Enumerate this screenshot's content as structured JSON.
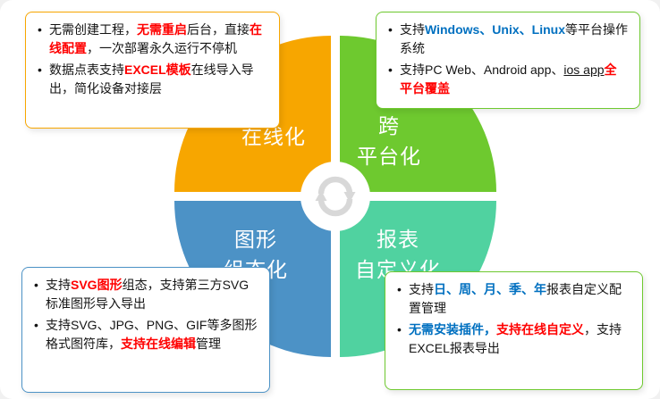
{
  "slide": {
    "background": "#FFFFFF"
  },
  "colors": {
    "highlight_red": "#FF0000",
    "highlight_blue": "#0070C0",
    "orange": "#F7A600",
    "green": "#6EC92F",
    "blue": "#4C92C6",
    "teal": "#50D2A0",
    "icon_gray": "#D8D8D8"
  },
  "wheel": {
    "center_icon": "sync-arrows",
    "quadrants": [
      {
        "id": "online",
        "lines": [
          "在线化",
          ""
        ],
        "color": "#F7A600"
      },
      {
        "id": "cross-platform",
        "lines": [
          "跨",
          "平台化"
        ],
        "color": "#6EC92F"
      },
      {
        "id": "graphic-config",
        "lines": [
          "图形",
          "组态化"
        ],
        "color": "#4C92C6"
      },
      {
        "id": "report-custom",
        "lines": [
          "报表",
          "自定义化"
        ],
        "color": "#50D2A0"
      }
    ]
  },
  "callouts": [
    {
      "id": "online-notes",
      "border": "#F7A600",
      "items": [
        {
          "segments": [
            {
              "t": "无需创建工程，"
            },
            {
              "t": "无需重启",
              "hl": "red"
            },
            {
              "t": "后台，直接"
            },
            {
              "t": "在线配置",
              "hl": "red"
            },
            {
              "t": "，一次部署永久运行不停机"
            }
          ]
        },
        {
          "segments": [
            {
              "t": "数据点表支持"
            },
            {
              "t": "EXCEL模板",
              "hl": "red"
            },
            {
              "t": "在线导入导出，简化设备对接层"
            }
          ]
        }
      ]
    },
    {
      "id": "cross-platform-notes",
      "border": "#6EC92F",
      "items": [
        {
          "segments": [
            {
              "t": "支持"
            },
            {
              "t": "Windows、Unix、Linux",
              "hl": "blue"
            },
            {
              "t": "等平台操作系统"
            }
          ]
        },
        {
          "segments": [
            {
              "t": "支持PC Web、Android app、"
            },
            {
              "t": "ios app",
              "u": true
            },
            {
              "t": "全平台覆盖",
              "hl": "red"
            }
          ]
        }
      ]
    },
    {
      "id": "graphic-config-notes",
      "border": "#4C92C6",
      "items": [
        {
          "segments": [
            {
              "t": "支持"
            },
            {
              "t": "SVG图形",
              "hl": "red"
            },
            {
              "t": "组态，支持第三方SVG标准图形导入导出"
            }
          ]
        },
        {
          "segments": [
            {
              "t": "支持SVG、JPG、PNG、GIF等多图形格式图符库，"
            },
            {
              "t": "支持在线编辑",
              "hl": "red"
            },
            {
              "t": "管理"
            }
          ]
        }
      ]
    },
    {
      "id": "report-custom-notes",
      "border": "#6EC92F",
      "items": [
        {
          "segments": [
            {
              "t": "支持"
            },
            {
              "t": "日、周、月、季、年",
              "hl": "blue"
            },
            {
              "t": "报表自定义配置管理"
            }
          ]
        },
        {
          "segments": [
            {
              "t": "无需安装插件，",
              "hl": "blue"
            },
            {
              "t": "支持在线自定义",
              "hl": "red"
            },
            {
              "t": "，支持EXCEL报表导出"
            }
          ]
        }
      ]
    }
  ]
}
